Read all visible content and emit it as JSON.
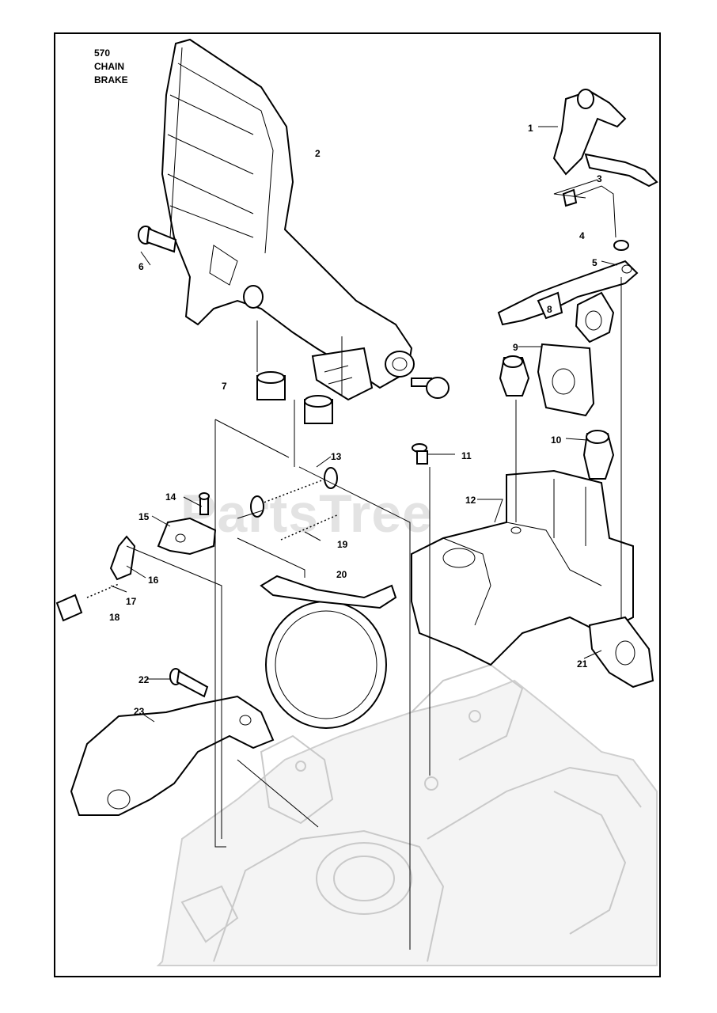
{
  "title": {
    "line1": "570",
    "line2": "CHAIN",
    "line3": "BRAKE"
  },
  "watermark": "PartsTree",
  "callouts": [
    "1",
    "2",
    "3",
    "4",
    "5",
    "6",
    "7",
    "8",
    "9",
    "10",
    "11",
    "12",
    "13",
    "14",
    "15",
    "16",
    "17",
    "18",
    "19",
    "20",
    "21",
    "22",
    "23"
  ],
  "colors": {
    "line": "#000000",
    "ghost": "#c9c9c9",
    "watermark": "#e3e3e3"
  }
}
